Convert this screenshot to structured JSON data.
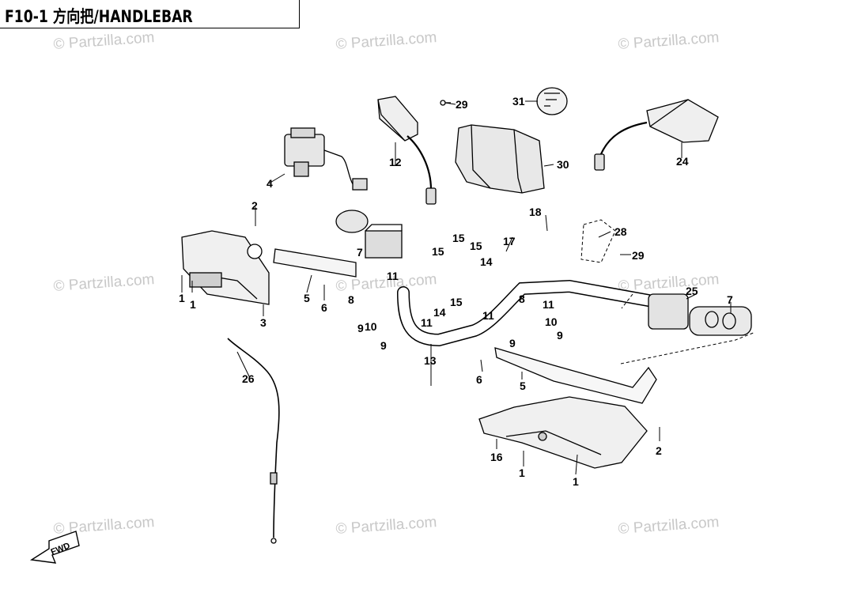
{
  "diagram": {
    "title": "F10-1 方向把/HANDLEBAR",
    "watermark": "© Partzilla.com",
    "fwd_label": "FWD",
    "callouts": [
      {
        "id": "c1a",
        "label": "1"
      },
      {
        "id": "c1b",
        "label": "1"
      },
      {
        "id": "c1c",
        "label": "1"
      },
      {
        "id": "c1d",
        "label": "1"
      },
      {
        "id": "c2a",
        "label": "2"
      },
      {
        "id": "c2b",
        "label": "2"
      },
      {
        "id": "c3",
        "label": "3"
      },
      {
        "id": "c4",
        "label": "4"
      },
      {
        "id": "c5a",
        "label": "5"
      },
      {
        "id": "c5b",
        "label": "5"
      },
      {
        "id": "c6a",
        "label": "6"
      },
      {
        "id": "c6b",
        "label": "6"
      },
      {
        "id": "c7a",
        "label": "7"
      },
      {
        "id": "c7b",
        "label": "7"
      },
      {
        "id": "c8a",
        "label": "8"
      },
      {
        "id": "c8b",
        "label": "8"
      },
      {
        "id": "c9a",
        "label": "9"
      },
      {
        "id": "c9b",
        "label": "9"
      },
      {
        "id": "c9c",
        "label": "9"
      },
      {
        "id": "c9d",
        "label": "9"
      },
      {
        "id": "c10a",
        "label": "10"
      },
      {
        "id": "c10b",
        "label": "10"
      },
      {
        "id": "c11a",
        "label": "11"
      },
      {
        "id": "c11b",
        "label": "11"
      },
      {
        "id": "c11c",
        "label": "11"
      },
      {
        "id": "c11d",
        "label": "11"
      },
      {
        "id": "c12",
        "label": "12"
      },
      {
        "id": "c13",
        "label": "13"
      },
      {
        "id": "c14a",
        "label": "14"
      },
      {
        "id": "c14b",
        "label": "14"
      },
      {
        "id": "c15a",
        "label": "15"
      },
      {
        "id": "c15b",
        "label": "15"
      },
      {
        "id": "c15c",
        "label": "15"
      },
      {
        "id": "c15d",
        "label": "15"
      },
      {
        "id": "c16",
        "label": "16"
      },
      {
        "id": "c17",
        "label": "17"
      },
      {
        "id": "c18",
        "label": "18"
      },
      {
        "id": "c24",
        "label": "24"
      },
      {
        "id": "c25",
        "label": "25"
      },
      {
        "id": "c26",
        "label": "26"
      },
      {
        "id": "c28",
        "label": "28"
      },
      {
        "id": "c29a",
        "label": "29"
      },
      {
        "id": "c29b",
        "label": "29"
      },
      {
        "id": "c30",
        "label": "30"
      },
      {
        "id": "c31",
        "label": "31"
      }
    ]
  }
}
